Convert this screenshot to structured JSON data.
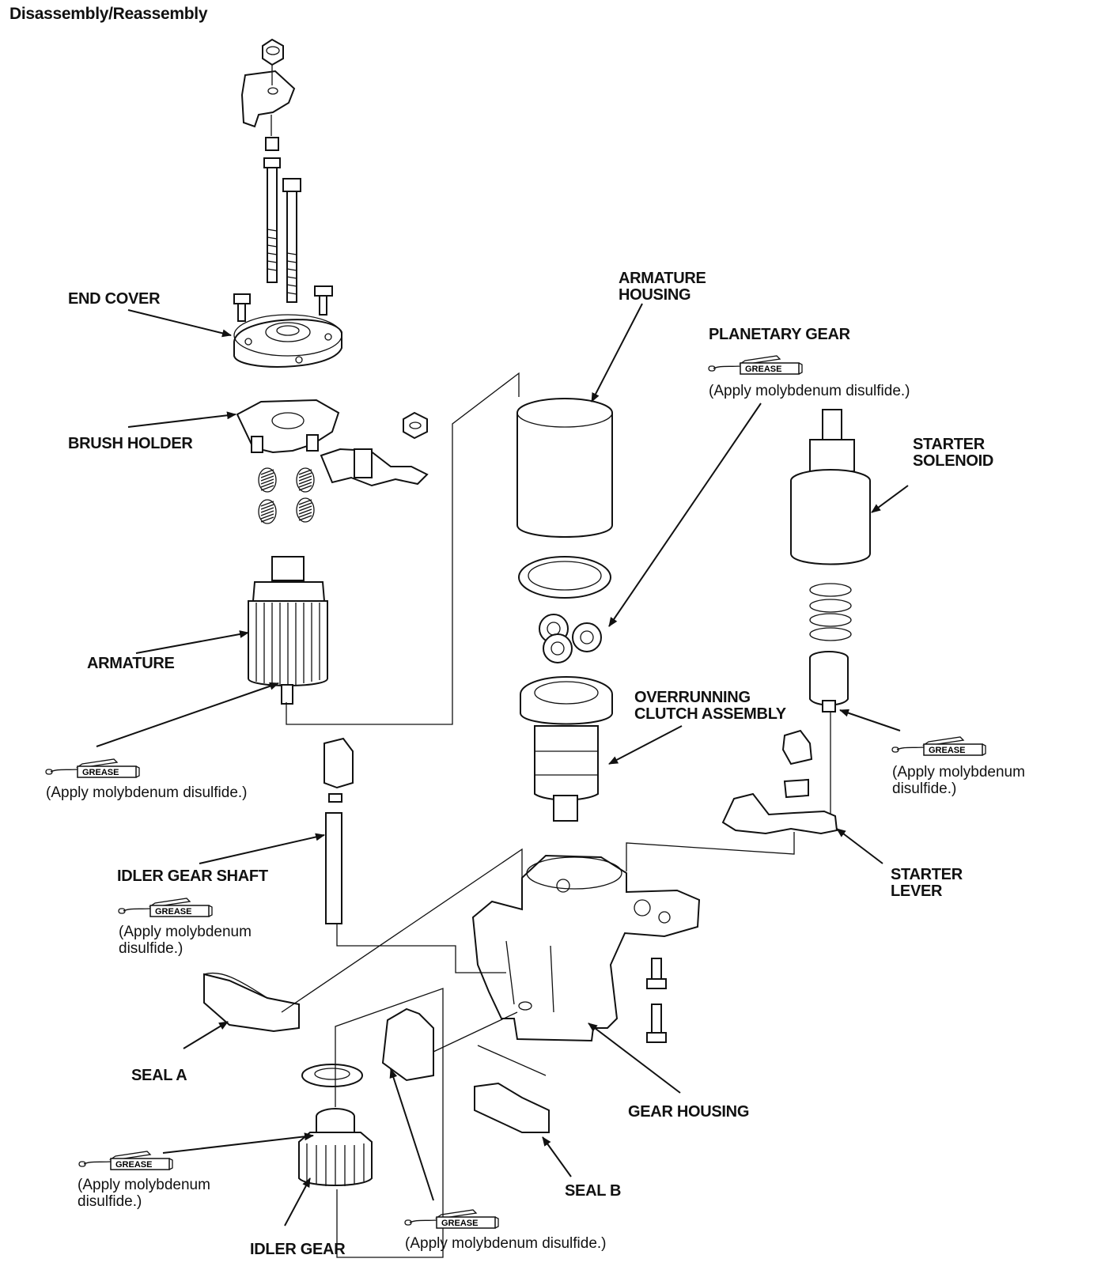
{
  "title": "Disassembly/Reassembly",
  "labels": {
    "end_cover": "END COVER",
    "brush_holder": "BRUSH HOLDER",
    "armature": "ARMATURE",
    "armature_housing": [
      "ARMATURE",
      "HOUSING"
    ],
    "planetary_gear": "PLANETARY GEAR",
    "starter_solenoid": [
      "STARTER",
      "SOLENOID"
    ],
    "overrunning_clutch": [
      "OVERRUNNING",
      "CLUTCH ASSEMBLY"
    ],
    "starter_lever": [
      "STARTER",
      "LEVER"
    ],
    "idler_gear_shaft": "IDLER GEAR SHAFT",
    "seal_a": "SEAL A",
    "seal_b": "SEAL B",
    "gear_housing": "GEAR HOUSING",
    "idler_gear": "IDLER GEAR"
  },
  "notes": {
    "apply_one_line": "(Apply molybdenum disulfide.)",
    "apply_line1": "(Apply molybdenum",
    "apply_line2": "disulfide.)"
  },
  "grease_tag": "GREASE",
  "icons": [
    "grease-applicator-icon"
  ]
}
